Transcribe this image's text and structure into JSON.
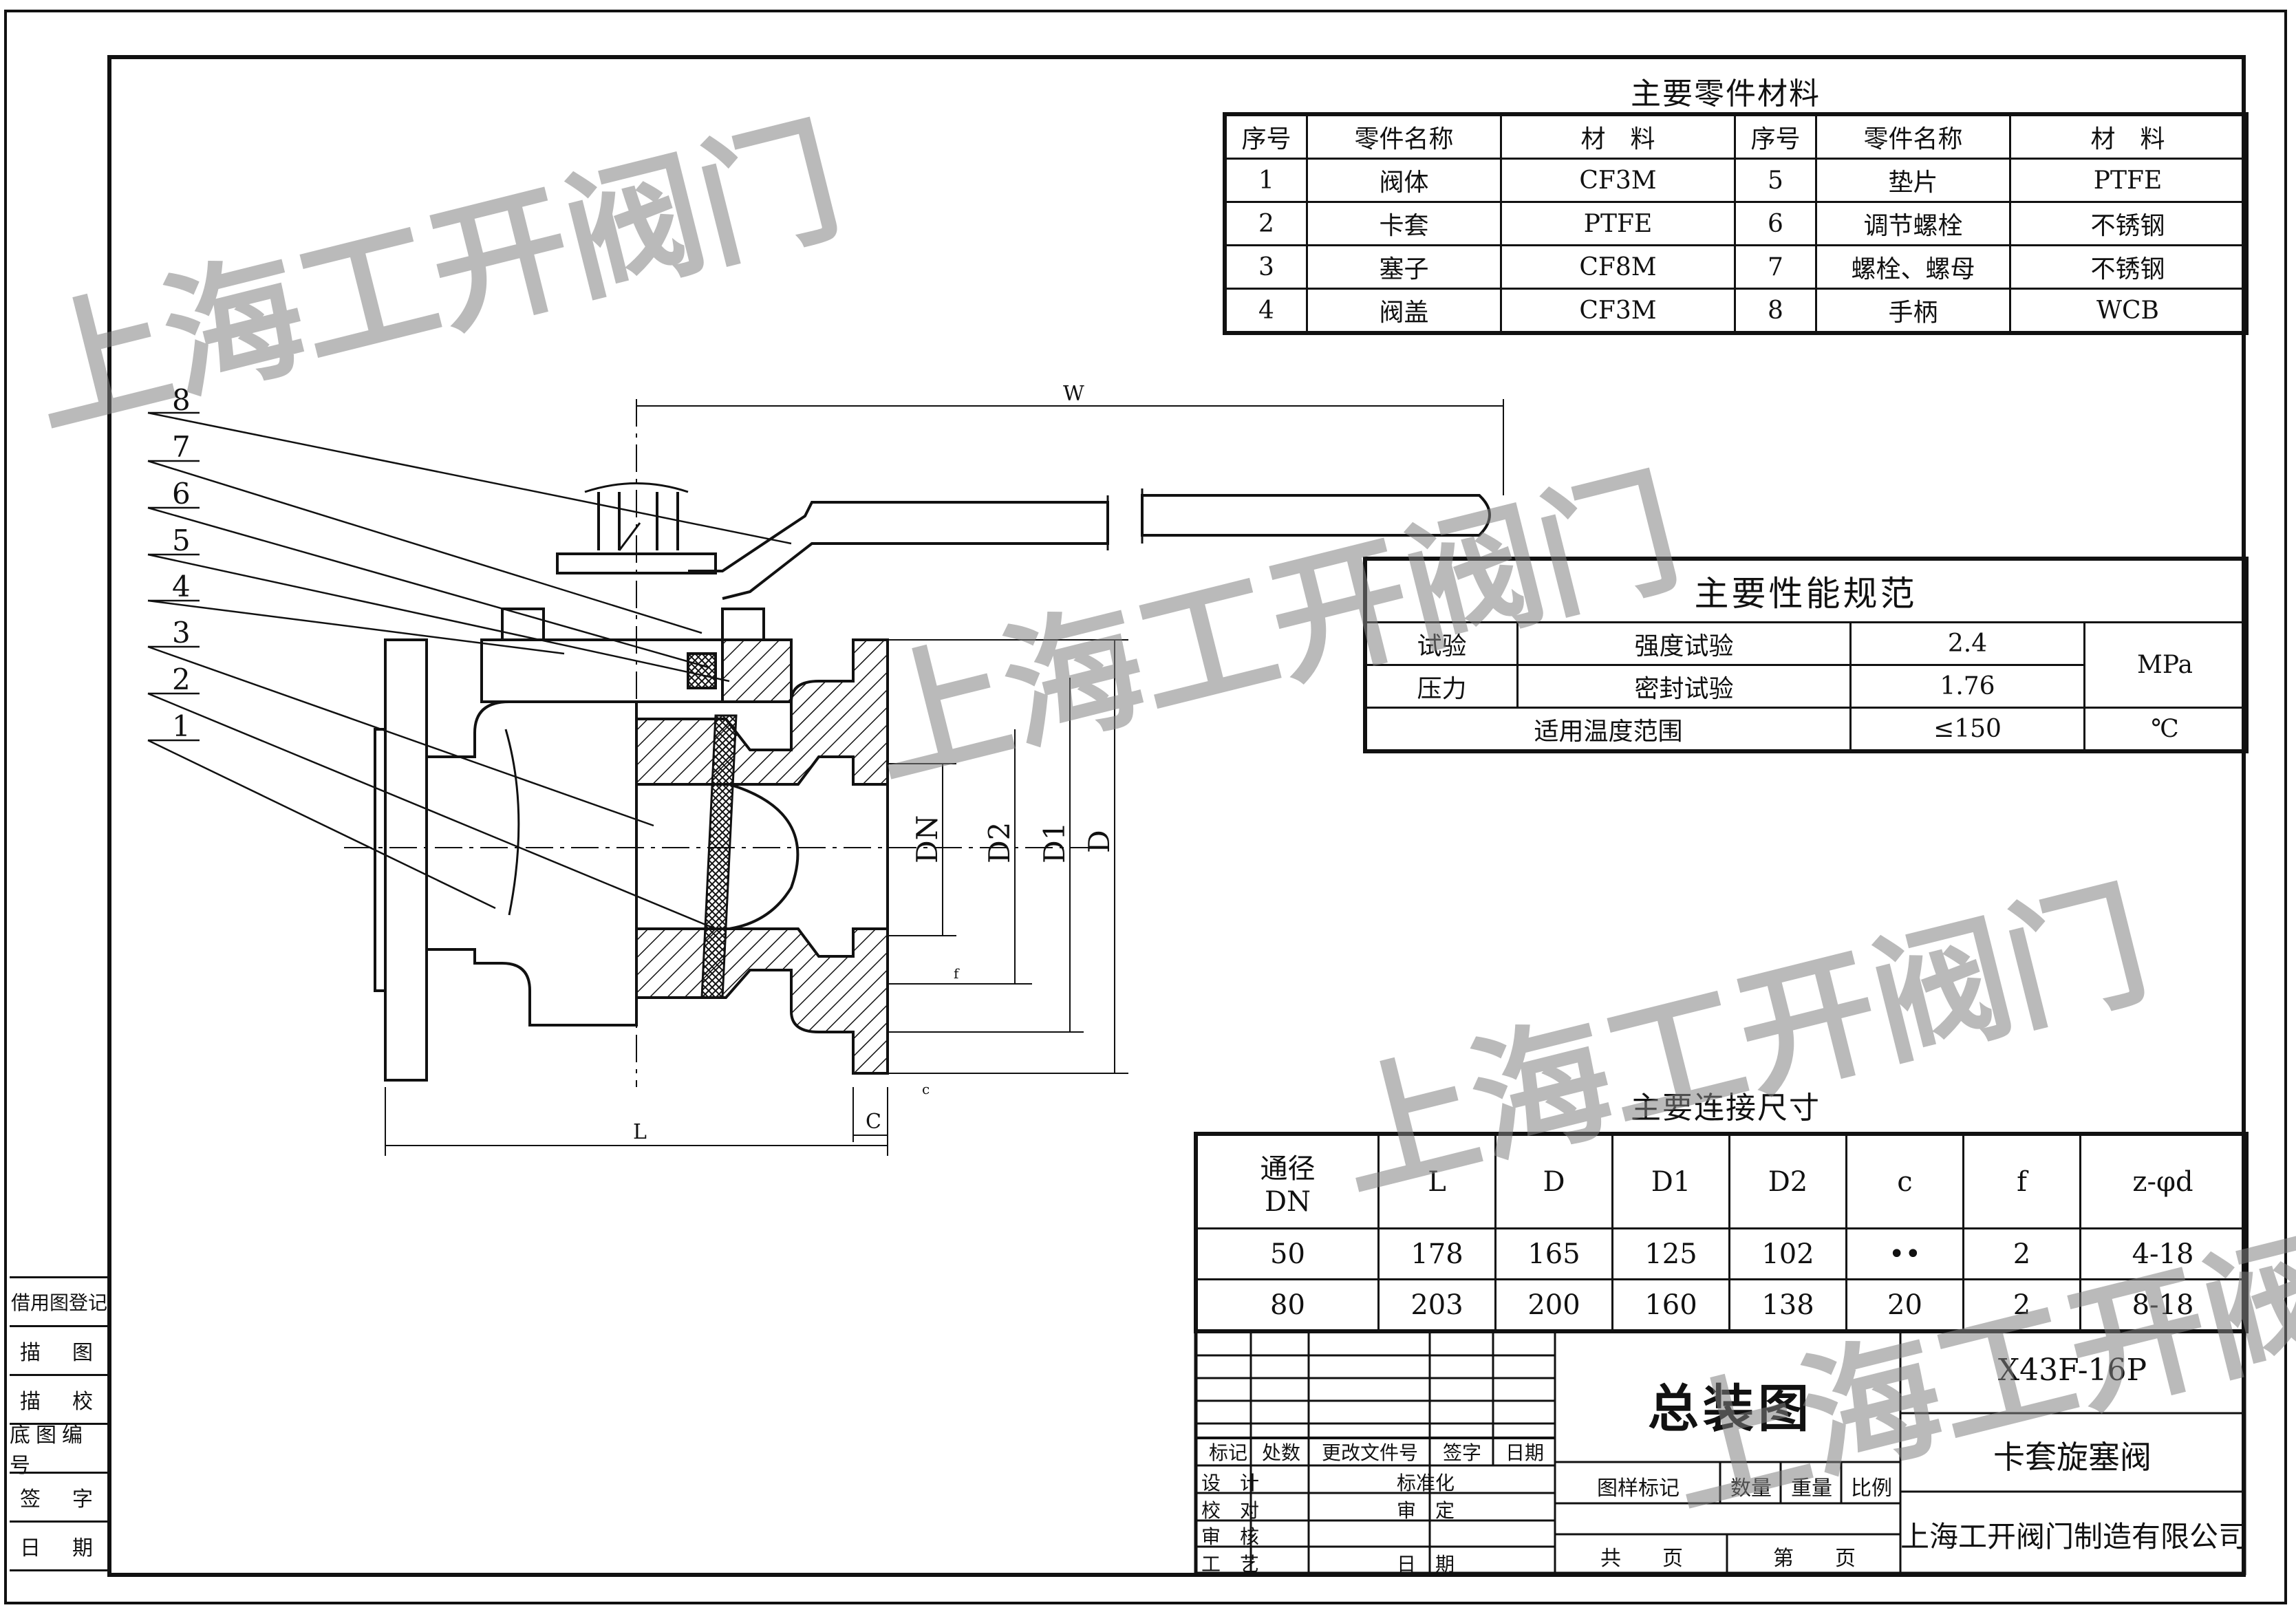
{
  "parts_table": {
    "title": "主要零件材料",
    "headers": [
      "序号",
      "零件名称",
      "材　料",
      "序号",
      "零件名称",
      "材　料"
    ],
    "rows": [
      [
        "1",
        "阀体",
        "CF3M",
        "5",
        "垫片",
        "PTFE"
      ],
      [
        "2",
        "卡套",
        "PTFE",
        "6",
        "调节螺栓",
        "不锈钢"
      ],
      [
        "3",
        "塞子",
        "CF8M",
        "7",
        "螺栓、螺母",
        "不锈钢"
      ],
      [
        "4",
        "阀盖",
        "CF3M",
        "8",
        "手柄",
        "WCB"
      ]
    ]
  },
  "performance": {
    "title": "主要性能规范",
    "test_label_1": "试验",
    "test_label_2": "压力",
    "strength_label": "强度试验",
    "strength_value": "2.4",
    "seal_label": "密封试验",
    "seal_value": "1.76",
    "pressure_unit": "MPa",
    "temp_label": "适用温度范围",
    "temp_value": "≤150",
    "temp_unit": "℃"
  },
  "dimensions": {
    "title": "主要连接尺寸",
    "headers": [
      "通径\nDN",
      "L",
      "D",
      "D1",
      "D2",
      "c",
      "f",
      "z-φd"
    ],
    "header_dn_1": "通径",
    "header_dn_2": "DN",
    "rows": [
      [
        "50",
        "178",
        "165",
        "125",
        "102",
        "••",
        "2",
        "4-18"
      ],
      [
        "80",
        "203",
        "200",
        "160",
        "138",
        "20",
        "2",
        "8-18"
      ]
    ]
  },
  "drawing": {
    "leaders": [
      "8",
      "7",
      "6",
      "5",
      "4",
      "3",
      "2",
      "1"
    ],
    "dim_labels": {
      "W": "W",
      "L": "L",
      "C": "C",
      "DN": "DN",
      "D2": "D2",
      "D1": "D1",
      "D": "D",
      "f": "f",
      "c": "c"
    }
  },
  "title_block": {
    "model": "X43F-16P",
    "drawing_title": "总装图",
    "product_name": "卡套旋塞阀",
    "company": "上海工开阀门制造有限公司",
    "rev_headers": [
      "标记",
      "处数",
      "更改文件号",
      "签字",
      "日期"
    ],
    "left_labels": [
      "设　计",
      "校　对",
      "审　核",
      "工　艺"
    ],
    "mid_labels": [
      "标准化",
      "审　定",
      "",
      "日　期"
    ],
    "attr_headers": [
      "图样标记",
      "数量",
      "重量",
      "比例"
    ],
    "sheet_total": "共　　页",
    "sheet_no": "第　　页"
  },
  "side_labels": [
    "借用图登记",
    "描　图",
    "描　校",
    "底图编号",
    "签　字",
    "日　期"
  ],
  "watermark": "上海工开阀门"
}
